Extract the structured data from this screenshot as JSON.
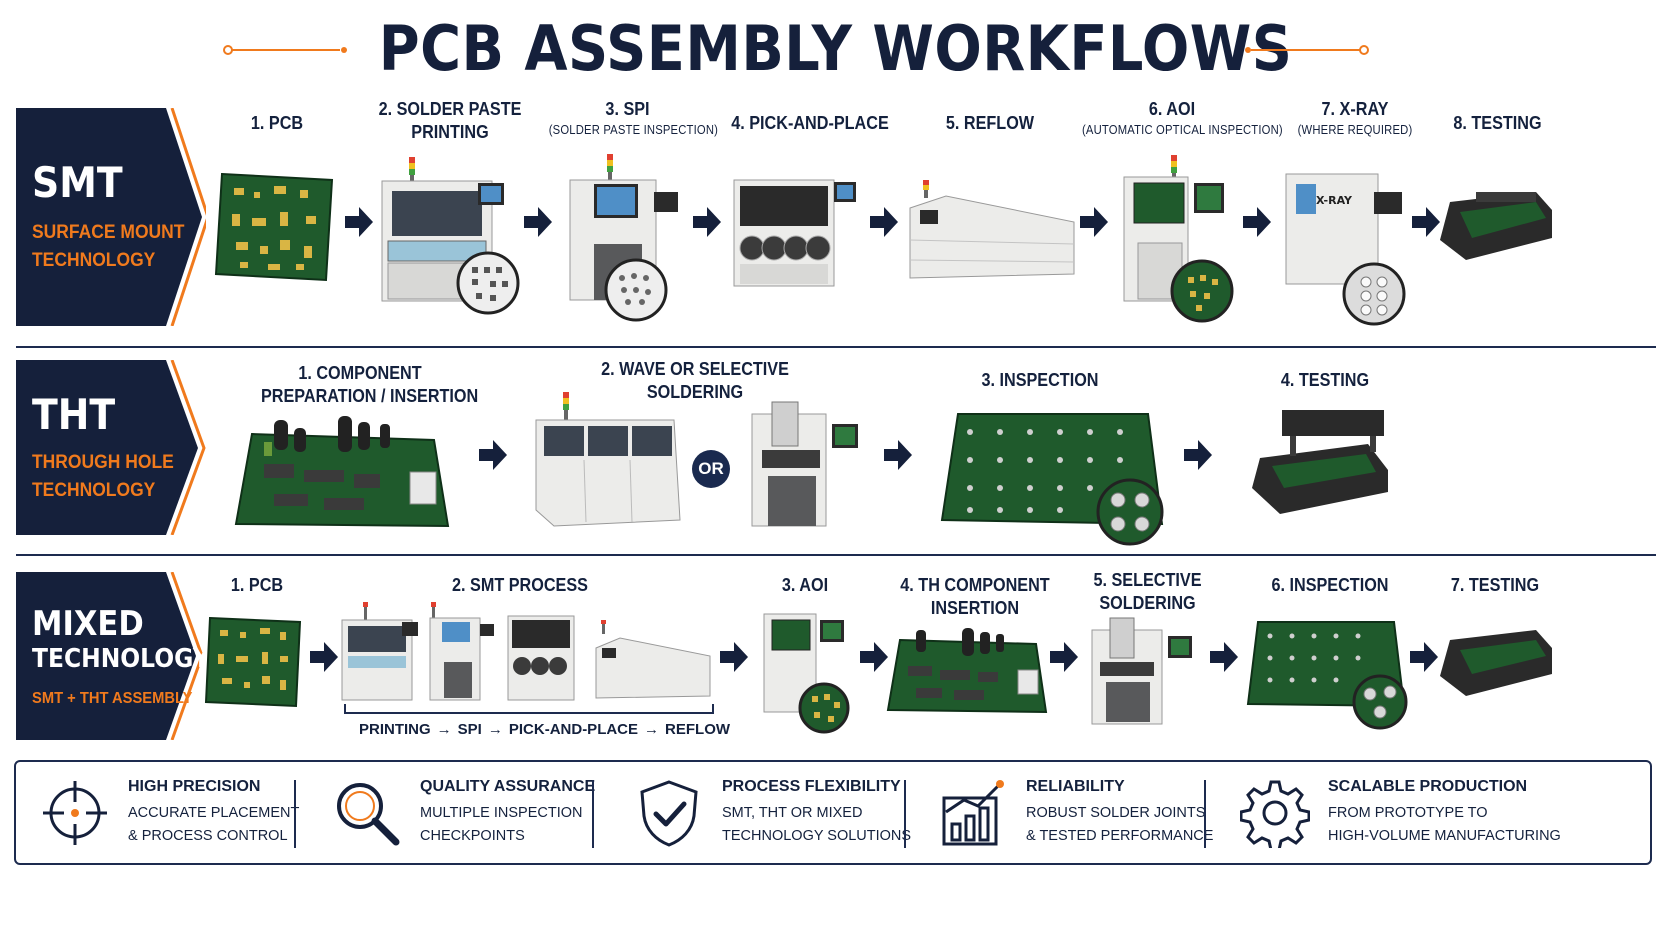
{
  "title": "PCB ASSEMBLY WORKFLOWS",
  "colors": {
    "navy": "#15203b",
    "orange": "#f07a1d",
    "pcb_green": "#1f5a2c",
    "machine_gray": "#e8e8e6"
  },
  "smt": {
    "code": "SMT",
    "subtitle_line1": "SURFACE MOUNT",
    "subtitle_line2": "TECHNOLOGY",
    "steps": [
      {
        "title": "1. PCB",
        "title2": "",
        "note": ""
      },
      {
        "title": "2. SOLDER PASTE",
        "title2": "PRINTING",
        "note": ""
      },
      {
        "title": "3. SPI",
        "title2": "",
        "note": "(SOLDER PASTE INSPECTION)"
      },
      {
        "title": "4. PICK-AND-PLACE",
        "title2": "",
        "note": ""
      },
      {
        "title": "5. REFLOW",
        "title2": "",
        "note": ""
      },
      {
        "title": "6. AOI",
        "title2": "",
        "note": "(AUTOMATIC OPTICAL INSPECTION)"
      },
      {
        "title": "7. X-RAY",
        "title2": "",
        "note": "(WHERE REQUIRED)"
      },
      {
        "title": "8. TESTING",
        "title2": "",
        "note": ""
      }
    ],
    "xray_label": "X-RAY"
  },
  "tht": {
    "code": "THT",
    "subtitle_line1": "THROUGH HOLE",
    "subtitle_line2": "TECHNOLOGY",
    "steps": [
      {
        "title": "1. COMPONENT",
        "title2": "PREPARATION / INSERTION"
      },
      {
        "title": "2. WAVE OR SELECTIVE",
        "title2": "SOLDERING"
      },
      {
        "title": "3. INSPECTION",
        "title2": ""
      },
      {
        "title": "4. TESTING",
        "title2": ""
      }
    ],
    "or_label": "OR"
  },
  "mixed": {
    "code_line1": "MIXED",
    "code_line2": "TECHNOLOGY",
    "subtitle": "SMT + THT ASSEMBLY",
    "steps": [
      {
        "title": "1. PCB",
        "title2": ""
      },
      {
        "title": "2. SMT PROCESS",
        "title2": ""
      },
      {
        "title": "3. AOI",
        "title2": ""
      },
      {
        "title": "4. TH COMPONENT",
        "title2": "INSERTION"
      },
      {
        "title": "5. SELECTIVE",
        "title2": "SOLDERING"
      },
      {
        "title": "6. INSPECTION",
        "title2": ""
      },
      {
        "title": "7. TESTING",
        "title2": ""
      }
    ],
    "sequence": [
      "PRINTING",
      "SPI",
      "PICK-AND-PLACE",
      "REFLOW"
    ],
    "sequence_arrow": "→"
  },
  "benefits": [
    {
      "icon": "crosshair-icon",
      "title": "HIGH PRECISION",
      "line1": "ACCURATE PLACEMENT",
      "line2": "& PROCESS CONTROL"
    },
    {
      "icon": "magnifier-icon",
      "title": "QUALITY ASSURANCE",
      "line1": "MULTIPLE INSPECTION",
      "line2": "CHECKPOINTS"
    },
    {
      "icon": "shield-check-icon",
      "title": "PROCESS FLEXIBILITY",
      "line1": "SMT, THT OR MIXED",
      "line2": "TECHNOLOGY SOLUTIONS"
    },
    {
      "icon": "growth-chart-icon",
      "title": "RELIABILITY",
      "line1": "ROBUST SOLDER JOINTS",
      "line2": "& TESTED PERFORMANCE"
    },
    {
      "icon": "gear-icon",
      "title": "SCALABLE PRODUCTION",
      "line1": "FROM PROTOTYPE TO",
      "line2": "HIGH-VOLUME MANUFACTURING"
    }
  ]
}
